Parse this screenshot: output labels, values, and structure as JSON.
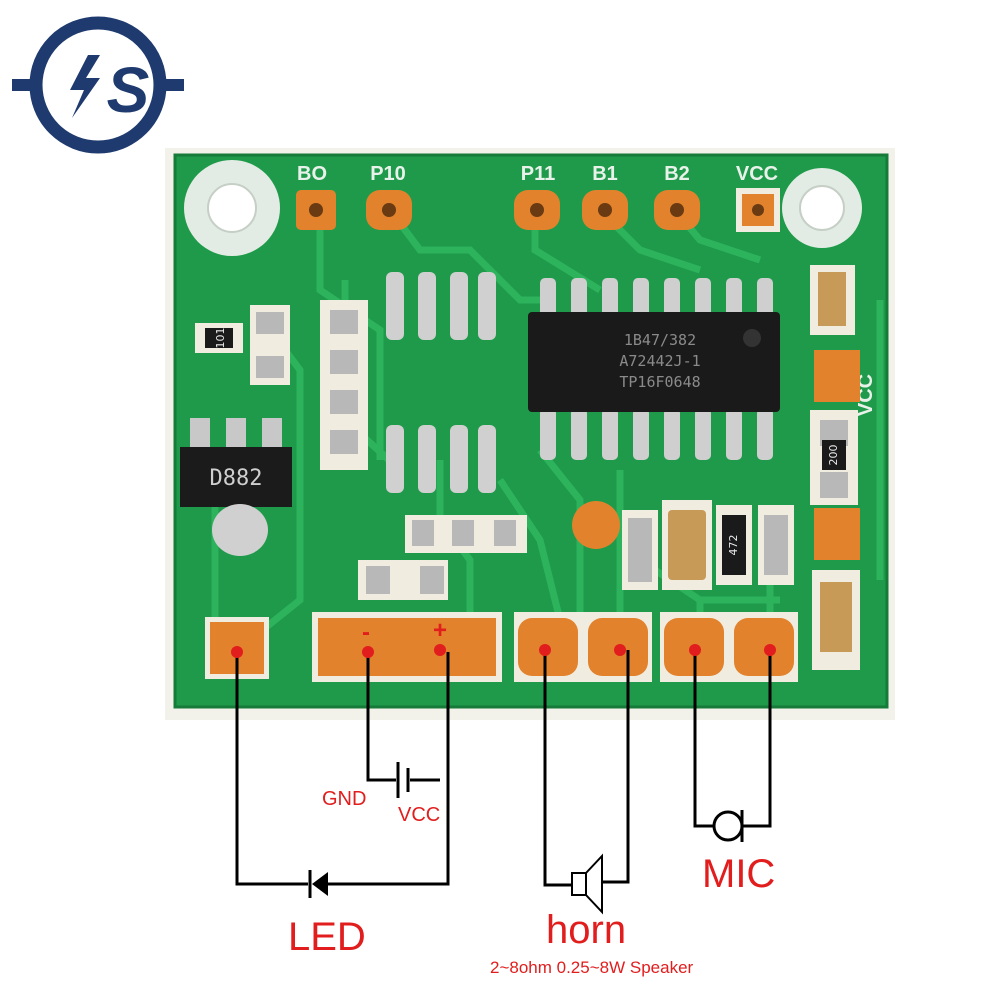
{
  "logo": {
    "text": "S",
    "color": "#1e3a6e"
  },
  "board": {
    "chip_marking": [
      "1B47/382",
      "A72442J-1",
      "TP16F0648"
    ],
    "transistor_marking": "D882",
    "silkscreen": {
      "bo": "BO",
      "p10": "P10",
      "p11": "P11",
      "b1": "B1",
      "b2": "B2",
      "vcc_top": "VCC",
      "vcc_side": "VCC"
    },
    "resistor_codes": [
      "101",
      "200",
      "472"
    ],
    "polarity": {
      "minus": "-",
      "plus": "+"
    },
    "colors": {
      "pcb": "#1f9a4a",
      "pad": "#e2822c",
      "trace": "#2eb35d",
      "wire": "#000000",
      "label": "#e11d1d"
    }
  },
  "wiring": {
    "gnd_label": "GND",
    "vcc_label": "VCC",
    "led_label": "LED",
    "horn_label": "horn",
    "mic_label": "MIC",
    "speaker_spec": "2~8ohm 0.25~8W Speaker"
  }
}
